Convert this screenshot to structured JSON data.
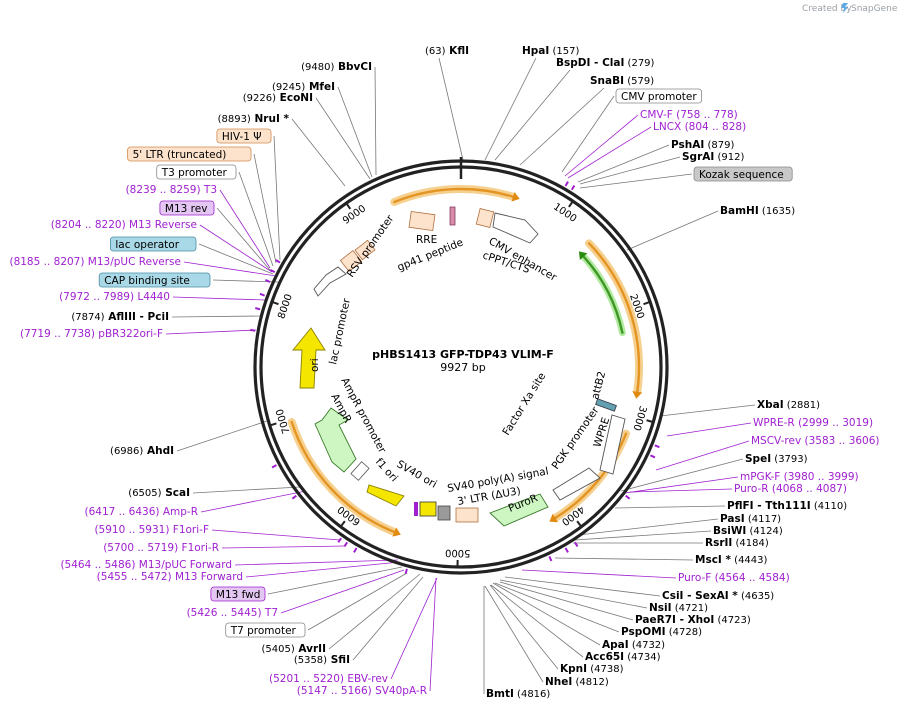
{
  "credit": {
    "prefix": "Created by",
    "brand": "SnapGene"
  },
  "map": {
    "name": "pHBS1413 GFP-TDP43 VLIM-F",
    "length": "9927 bp"
  },
  "ticks": [
    "1000",
    "2000",
    "3000",
    "4000",
    "5000",
    "6000",
    "7000",
    "8000",
    "9000"
  ],
  "left_labels": [
    {
      "pos": "(9480)",
      "name": "BbvCI",
      "type": "enz"
    },
    {
      "pos": "(9245)",
      "name": "MfeI",
      "type": "enz"
    },
    {
      "pos": "(9226)",
      "name": "EcoNI",
      "type": "enz"
    },
    {
      "pos": "(8893)",
      "name": "NruI *",
      "type": "enz"
    },
    {
      "name": "HIV-1 Ψ",
      "type": "box",
      "fill": "#fde3cc",
      "stroke": "#d08a50"
    },
    {
      "name": "5' LTR (truncated)",
      "type": "box",
      "fill": "#fde3cc",
      "stroke": "#d08a50"
    },
    {
      "name": "T3 promoter",
      "type": "box",
      "fill": "#ffffff",
      "stroke": "#888888"
    },
    {
      "pos": "(8239 .. 8259)",
      "name": "T3",
      "type": "prm"
    },
    {
      "name": "M13 rev",
      "type": "box",
      "fill": "#e3c6f2",
      "stroke": "#a020d0"
    },
    {
      "pos": "(8204 .. 8220)",
      "name": "M13 Reverse",
      "type": "prm"
    },
    {
      "name": "lac operator",
      "type": "box",
      "fill": "#a9d8e6",
      "stroke": "#4a8ea6"
    },
    {
      "pos": "(8185 .. 8207)",
      "name": "M13/pUC Reverse",
      "type": "prm"
    },
    {
      "name": "CAP binding site",
      "type": "box",
      "fill": "#a9d8e6",
      "stroke": "#4a8ea6"
    },
    {
      "pos": "(7972 .. 7989)",
      "name": "L4440",
      "type": "prm"
    },
    {
      "pos": "(7874)",
      "name": "AflIII",
      "name2": "PciI",
      "type": "enz"
    },
    {
      "pos": "(7719 .. 7738)",
      "name": "pBR322ori-F",
      "type": "prm"
    },
    {
      "pos": "(6986)",
      "name": "AhdI",
      "type": "enz"
    },
    {
      "pos": "(6505)",
      "name": "ScaI",
      "type": "enz"
    },
    {
      "pos": "(6417 .. 6436)",
      "name": "Amp-R",
      "type": "prm"
    },
    {
      "pos": "(5910 .. 5931)",
      "name": "F1ori-F",
      "type": "prm"
    },
    {
      "pos": "(5700 .. 5719)",
      "name": "F1ori-R",
      "type": "prm"
    },
    {
      "pos": "(5464 .. 5486)",
      "name": "M13/pUC Forward",
      "type": "prm"
    },
    {
      "pos": "(5455 .. 5472)",
      "name": "M13 Forward",
      "type": "prm"
    },
    {
      "name": "M13 fwd",
      "type": "box",
      "fill": "#e3c6f2",
      "stroke": "#a020d0"
    },
    {
      "pos": "(5426 .. 5445)",
      "name": "T7",
      "type": "prm"
    },
    {
      "name": "T7 promoter",
      "type": "box",
      "fill": "#ffffff",
      "stroke": "#888888"
    },
    {
      "pos": "(5405)",
      "name": "AvrII",
      "type": "enz"
    },
    {
      "pos": "(5358)",
      "name": "SfiI",
      "type": "enz"
    },
    {
      "pos": "(5201 .. 5220)",
      "name": "EBV-rev",
      "type": "prm"
    },
    {
      "pos": "(5147 .. 5166)",
      "name": "SV40pA-R",
      "type": "prm"
    }
  ],
  "top_labels": [
    {
      "pos": "(63)",
      "name": "KflI",
      "type": "enz"
    },
    {
      "pos": "(157)",
      "name": "HpaI",
      "type": "enz"
    },
    {
      "pos": "(279)",
      "name": "BspDI",
      "name2": "ClaI",
      "type": "enz"
    },
    {
      "pos": "(579)",
      "name": "SnaBI",
      "type": "enz"
    }
  ],
  "right_labels": [
    {
      "name": "CMV promoter",
      "type": "box",
      "fill": "#ffffff",
      "stroke": "#888888"
    },
    {
      "pos": "(758 .. 778)",
      "name": "CMV-F",
      "type": "prm"
    },
    {
      "pos": "(804 .. 828)",
      "name": "LNCX",
      "type": "prm"
    },
    {
      "pos": "(879)",
      "name": "PshAI",
      "type": "enz"
    },
    {
      "pos": "(912)",
      "name": "SgrAI",
      "type": "enz"
    },
    {
      "name": "Kozak sequence",
      "type": "box",
      "fill": "#c8c8c8",
      "stroke": "#888888"
    },
    {
      "pos": "(1635)",
      "name": "BamHI",
      "type": "enz"
    },
    {
      "pos": "(2881)",
      "name": "XbaI",
      "type": "enz"
    },
    {
      "pos": "(2999 .. 3019)",
      "name": "WPRE-R",
      "type": "prm"
    },
    {
      "pos": "(3583 .. 3606)",
      "name": "MSCV-rev",
      "type": "prm"
    },
    {
      "pos": "(3793)",
      "name": "SpeI",
      "type": "enz"
    },
    {
      "pos": "(3980 .. 3999)",
      "name": "mPGK-F",
      "type": "prm"
    },
    {
      "pos": "(4068 .. 4087)",
      "name": "Puro-R",
      "type": "prm"
    },
    {
      "pos": "(4110)",
      "name": "PflFI",
      "name2": "Tth111I",
      "type": "enz"
    },
    {
      "pos": "(4117)",
      "name": "PasI",
      "type": "enz"
    },
    {
      "pos": "(4124)",
      "name": "BsiWI",
      "type": "enz"
    },
    {
      "pos": "(4184)",
      "name": "RsrII",
      "type": "enz"
    },
    {
      "pos": "(4443)",
      "name": "MscI *",
      "type": "enz"
    },
    {
      "pos": "(4564 .. 4584)",
      "name": "Puro-F",
      "type": "prm"
    },
    {
      "pos": "(4635)",
      "name": "CsiI",
      "name2": "SexAI *",
      "type": "enz"
    },
    {
      "pos": "(4721)",
      "name": "NsiI",
      "type": "enz"
    },
    {
      "pos": "(4723)",
      "name": "PaeR7I",
      "name2": "XhoI",
      "type": "enz"
    },
    {
      "pos": "(4728)",
      "name": "PspOMI",
      "type": "enz"
    },
    {
      "pos": "(4732)",
      "name": "ApaI",
      "type": "enz"
    },
    {
      "pos": "(4734)",
      "name": "Acc65I",
      "type": "enz"
    },
    {
      "pos": "(4738)",
      "name": "KpnI",
      "type": "enz"
    },
    {
      "pos": "(4812)",
      "name": "NheI",
      "type": "enz"
    },
    {
      "pos": "(4816)",
      "name": "BmtI",
      "type": "enz"
    }
  ],
  "inner_features": [
    "RSV promoter",
    "RRE",
    "gp41 peptide",
    "CMV enhancer",
    "cPPT/CTS",
    "lac promoter",
    "ori",
    "AmpR promoter",
    "AmpR",
    "f1 ori",
    "SV40 ori",
    "SV40 poly(A) signal",
    "3' LTR (ΔU3)",
    "PGK promoter",
    "PuroR",
    "WPRE",
    "attB2",
    "Factor Xa site"
  ],
  "colors": {
    "primer": "#a020d0",
    "orange": "#e8a020",
    "green": "#2a8a10",
    "yellow": "#f5e600"
  }
}
